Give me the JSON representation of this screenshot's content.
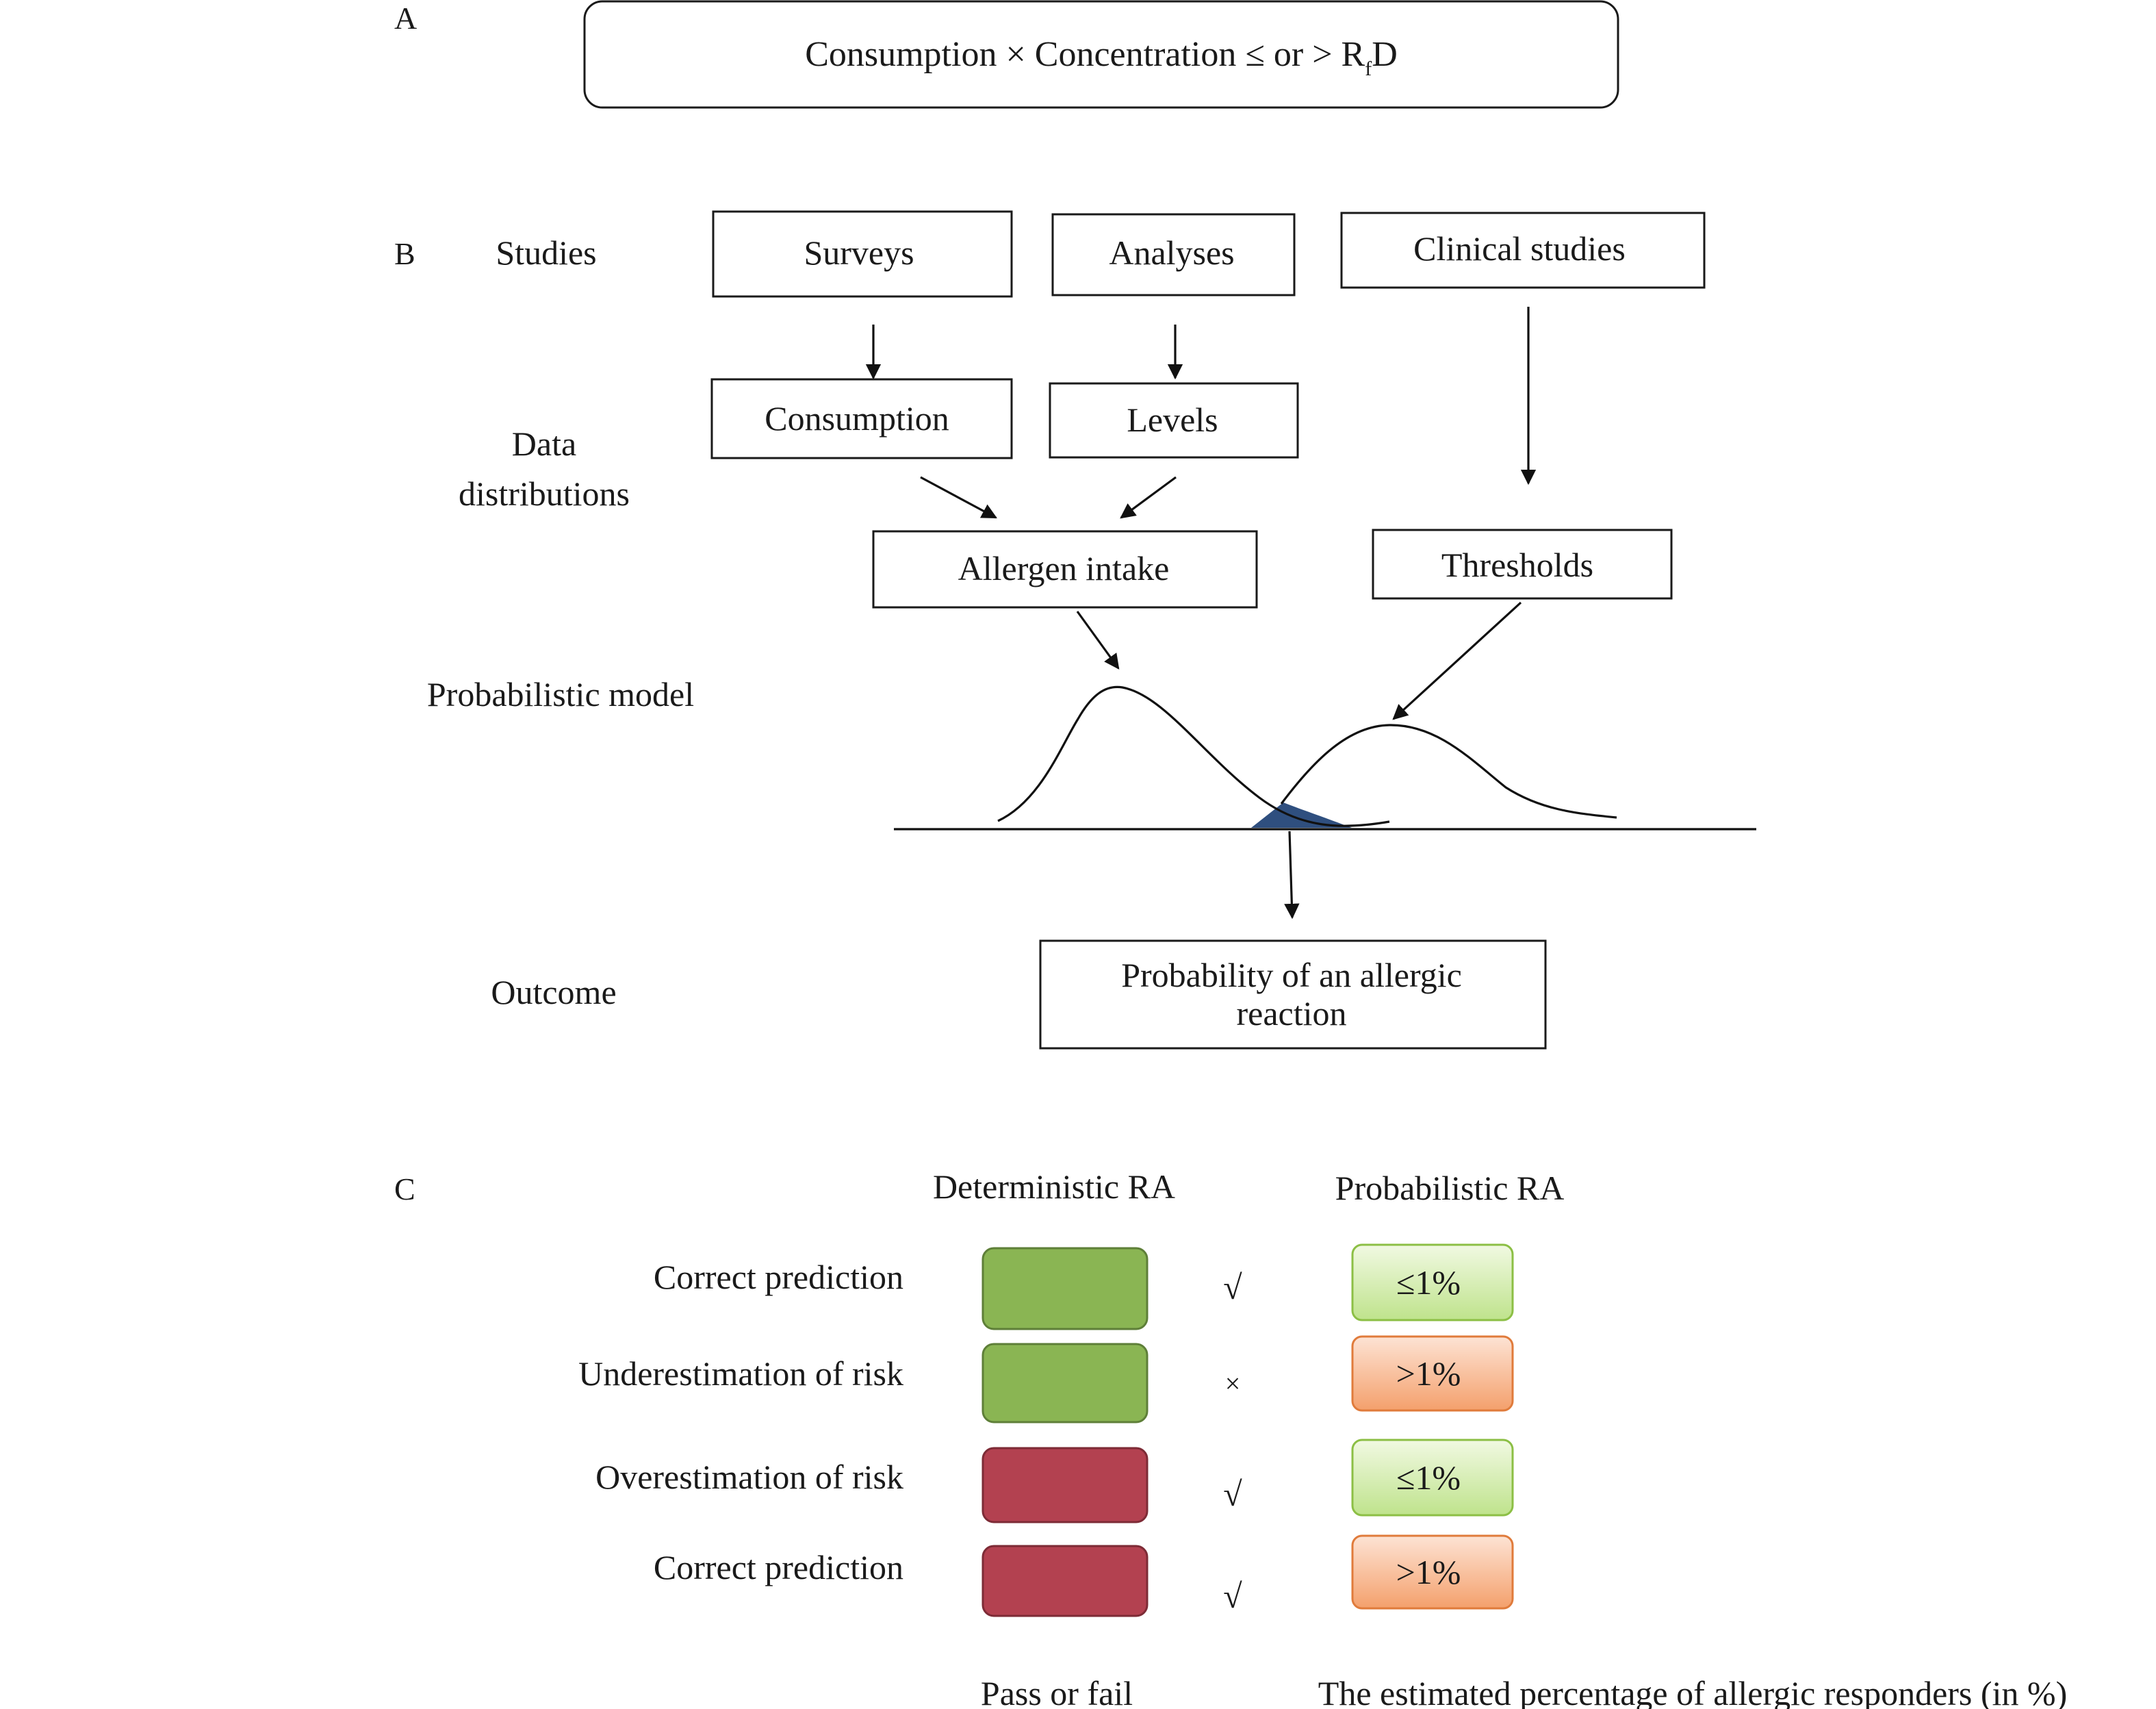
{
  "panel_a": {
    "letter": "A",
    "formula_main": "Consumption × Concentration ≤ or > R",
    "formula_sub": "f",
    "formula_tail": "D"
  },
  "panel_b": {
    "letter": "B",
    "row_labels": {
      "studies": "Studies",
      "data_line1": "Data",
      "data_line2": "distributions",
      "model": "Probabilistic model",
      "outcome": "Outcome"
    },
    "boxes": {
      "surveys": "Surveys",
      "analyses": "Analyses",
      "clinical": "Clinical studies",
      "consumption": "Consumption",
      "levels": "Levels",
      "intake": "Allergen intake",
      "thresholds": "Thresholds",
      "outcome_line1": "Probability of an allergic",
      "outcome_line2": "reaction"
    },
    "overlap_color": "#2f4f7f"
  },
  "panel_c": {
    "letter": "C",
    "col_deterministic": "Deterministic RA",
    "col_probabilistic": "Probabilistic RA",
    "footer_deterministic": "Pass or fail",
    "footer_probabilistic": "The estimated percentage of allergic responders (in %)",
    "rows": [
      {
        "label": "Correct prediction",
        "det": "pass",
        "mark": "√",
        "prob": "≤1%"
      },
      {
        "label": "Underestimation of risk",
        "det": "pass",
        "mark": "×",
        "prob": ">1%"
      },
      {
        "label": "Overestimation of risk",
        "det": "fail",
        "mark": "√",
        "prob": "≤1%"
      },
      {
        "label": "Correct prediction",
        "det": "fail",
        "mark": "√",
        "prob": ">1%"
      }
    ],
    "colors": {
      "pass": "#8ab553",
      "pass_border": "#5e7f38",
      "fail": "#b34150",
      "fail_border": "#7d2b36",
      "low_top": "#f1f9e2",
      "low_bottom": "#bfe38c",
      "low_border": "#8cbf45",
      "high_top": "#fde3d4",
      "high_bottom": "#f4a06c",
      "high_border": "#e07b3b"
    }
  }
}
